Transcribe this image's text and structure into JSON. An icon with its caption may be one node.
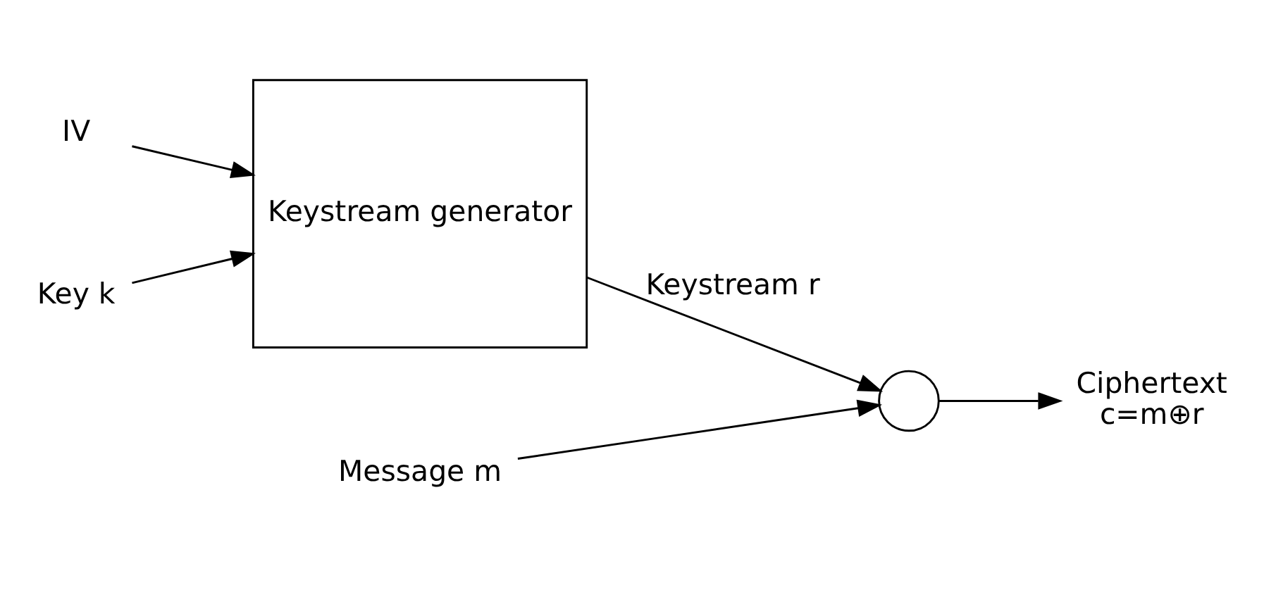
{
  "diagram": {
    "nodes": [
      {
        "text": [
          "IV"
        ]
      },
      {
        "text": [
          "Key k"
        ]
      },
      {
        "text": [
          "Keystream generator"
        ]
      },
      {
        "text": [],
        "shape": "circle"
      },
      {
        "text": [
          "Ciphertext",
          "c=m⊕r"
        ]
      },
      {
        "text": [
          "Message m"
        ]
      }
    ],
    "edges": [
      {
        "from": 0,
        "to": 2,
        "arrow": "to"
      },
      {
        "from": 1,
        "to": 2,
        "arrow": "to"
      },
      {
        "from": 2,
        "to": 3,
        "arrow": "to",
        "label": "Keystream r"
      },
      {
        "from": 3,
        "to": 4,
        "arrow": "to"
      },
      {
        "from": 5,
        "to": 3,
        "arrow": "to"
      }
    ]
  }
}
